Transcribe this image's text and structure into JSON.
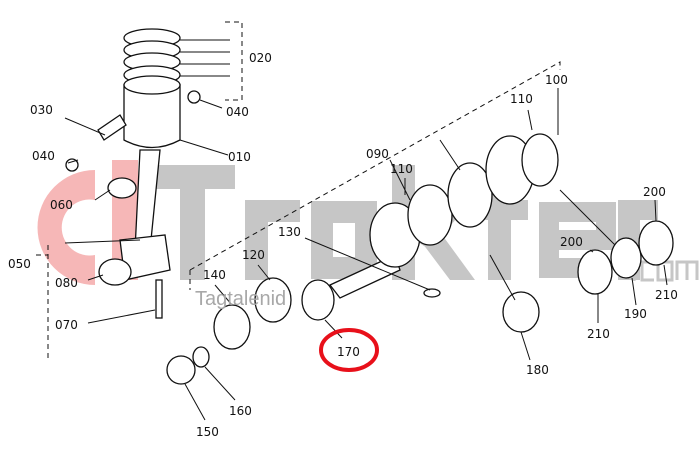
{
  "watermark": {
    "logo": "ciTrakter.com",
    "tagline": "Tagtalenid"
  },
  "highlight_color": "#e8101a",
  "highlighted_part": "170",
  "labels": [
    "020",
    "040",
    "030",
    "010",
    "040",
    "060",
    "050",
    "080",
    "070",
    "140",
    "120",
    "130",
    "090",
    "110",
    "100",
    "110",
    "200",
    "200",
    "210",
    "190",
    "210",
    "180",
    "170",
    "160",
    "150"
  ]
}
